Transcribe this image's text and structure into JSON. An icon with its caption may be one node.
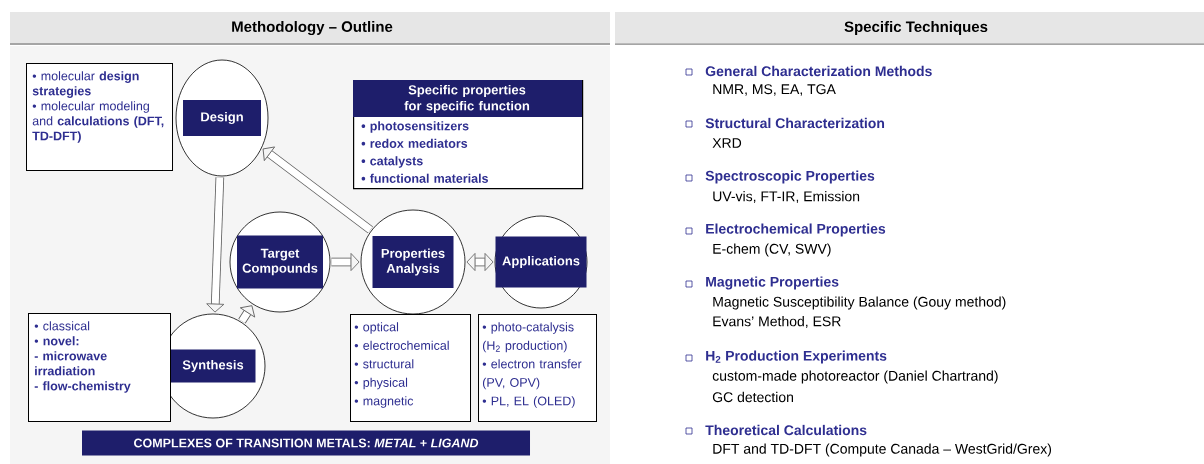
{
  "diagram": {
    "nodes": [
      {
        "text": [
          "Design"
        ]
      },
      {
        "text": [
          "• molecular **design strategies**",
          "• molecular modeling and **calculations (DFT, TD-DFT)**"
        ]
      },
      {
        "text": [
          "Synthesis"
        ]
      },
      {
        "text": [
          "• classical",
          "• **novel:**",
          "**- microwave irradiation**",
          "**- flow-chemistry**"
        ]
      },
      {
        "text": [
          "Target Compounds"
        ]
      },
      {
        "text": [
          "Properties Analysis"
        ]
      },
      {
        "text": [
          "Applications"
        ]
      },
      {
        "text": [
          "Specific properties for specific function",
          "• photosensitizers",
          "• redox mediators",
          "• catalysts",
          "• functional materials"
        ]
      },
      {
        "text": [
          "• optical",
          "• electrochemical",
          "• structural",
          "• physical",
          "• magnetic"
        ]
      },
      {
        "text": [
          "• photo-catalysis (H$_{2}$ production)",
          "• electron transfer (PV, OPV)",
          "• PL, EL (OLED)"
        ]
      },
      {
        "text": [
          "COMPLEXES OF TRANSITION METALS: *METAL* + *LIGAND*"
        ]
      }
    ],
    "edges": [
      {
        "from": 0,
        "to": 2,
        "arrow": "to"
      },
      {
        "from": 2,
        "to": 4,
        "arrow": "to"
      },
      {
        "from": 4,
        "to": 5,
        "arrow": "to"
      },
      {
        "from": 5,
        "to": 0,
        "arrow": "to"
      },
      {
        "from": 5,
        "to": 6,
        "arrow": "both"
      }
    ],
    "labels": [
      "Methodology – Outline",
      "Specific Techniques",
      "General Characterization Methods",
      "NMR, MS, EA, TGA",
      "Structural Characterization",
      "XRD",
      "Spectroscopic Properties",
      "UV-vis, FT-IR, Emission",
      "Electrochemical Properties",
      "E-chem (CV, SWV)",
      "Magnetic Properties",
      "Magnetic Susceptibility Balance (Gouy method)",
      "Evans’ Method, ESR",
      "H$_{2}$ Production Experiments",
      "custom-made photoreactor (Daniel Chartrand)",
      "GC detection",
      "Theoretical Calculations",
      "DFT and TD-DFT (Compute Canada – WestGrid/Grex)"
    ]
  }
}
